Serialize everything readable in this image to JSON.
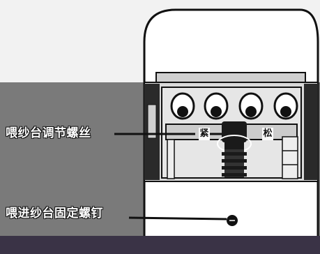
{
  "labels": {
    "adjust_screw": "喂纱台调节螺丝",
    "fixing_screw": "喂进纱台固定螺钉"
  },
  "marks": {
    "tighten": "紧",
    "loosen": "松"
  },
  "colors": {
    "background": "#f2f2f2",
    "band": "#7a7a7a",
    "footer": "#3a3346",
    "outline": "#111111",
    "label_text": "#ffffff"
  }
}
